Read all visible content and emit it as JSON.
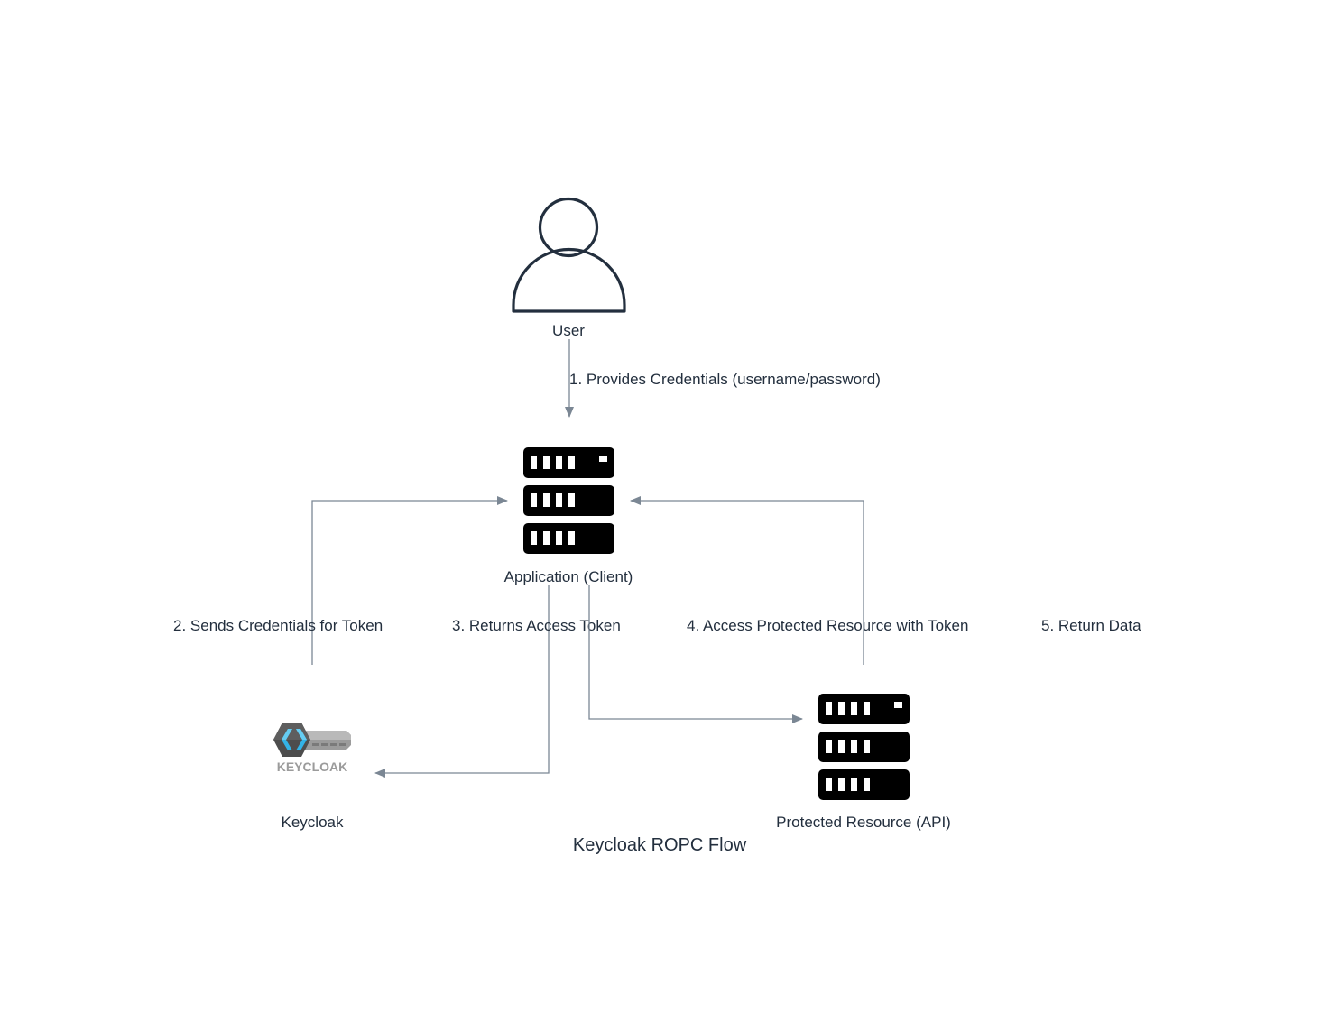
{
  "diagram": {
    "title": "Keycloak ROPC Flow",
    "colors": {
      "line": "#7b8794",
      "text": "#232f3e",
      "user_icon": "#232f3e",
      "server_icon": "#000000",
      "keycloak_blue": "#33b3e6",
      "keycloak_dark": "#4d4d4d",
      "keycloak_gray": "#9b9b9b"
    },
    "nodes": {
      "user": {
        "label": "User",
        "icon": "user-icon"
      },
      "application": {
        "label": "Application (Client)",
        "icon": "server-icon"
      },
      "keycloak": {
        "label": "Keycloak",
        "icon": "keycloak-logo",
        "logo_text": "KEYCLOAK"
      },
      "resource": {
        "label": "Protected Resource (API)",
        "icon": "server-icon"
      }
    },
    "edges": {
      "e1": {
        "label": "1. Provides Credentials (username/password)",
        "from": "User",
        "to": "Application (Client)"
      },
      "e2": {
        "label": "2. Sends Credentials for Token",
        "from": "Application (Client)",
        "to": "Keycloak"
      },
      "e3": {
        "label": "3. Returns Access Token",
        "from": "Keycloak",
        "to": "Application (Client)"
      },
      "e4": {
        "label": "4. Access Protected Resource with Token",
        "from": "Application (Client)",
        "to": "Protected Resource (API)"
      },
      "e5": {
        "label": "5. Return Data",
        "from": "Protected Resource (API)",
        "to": "Application (Client)"
      }
    }
  }
}
